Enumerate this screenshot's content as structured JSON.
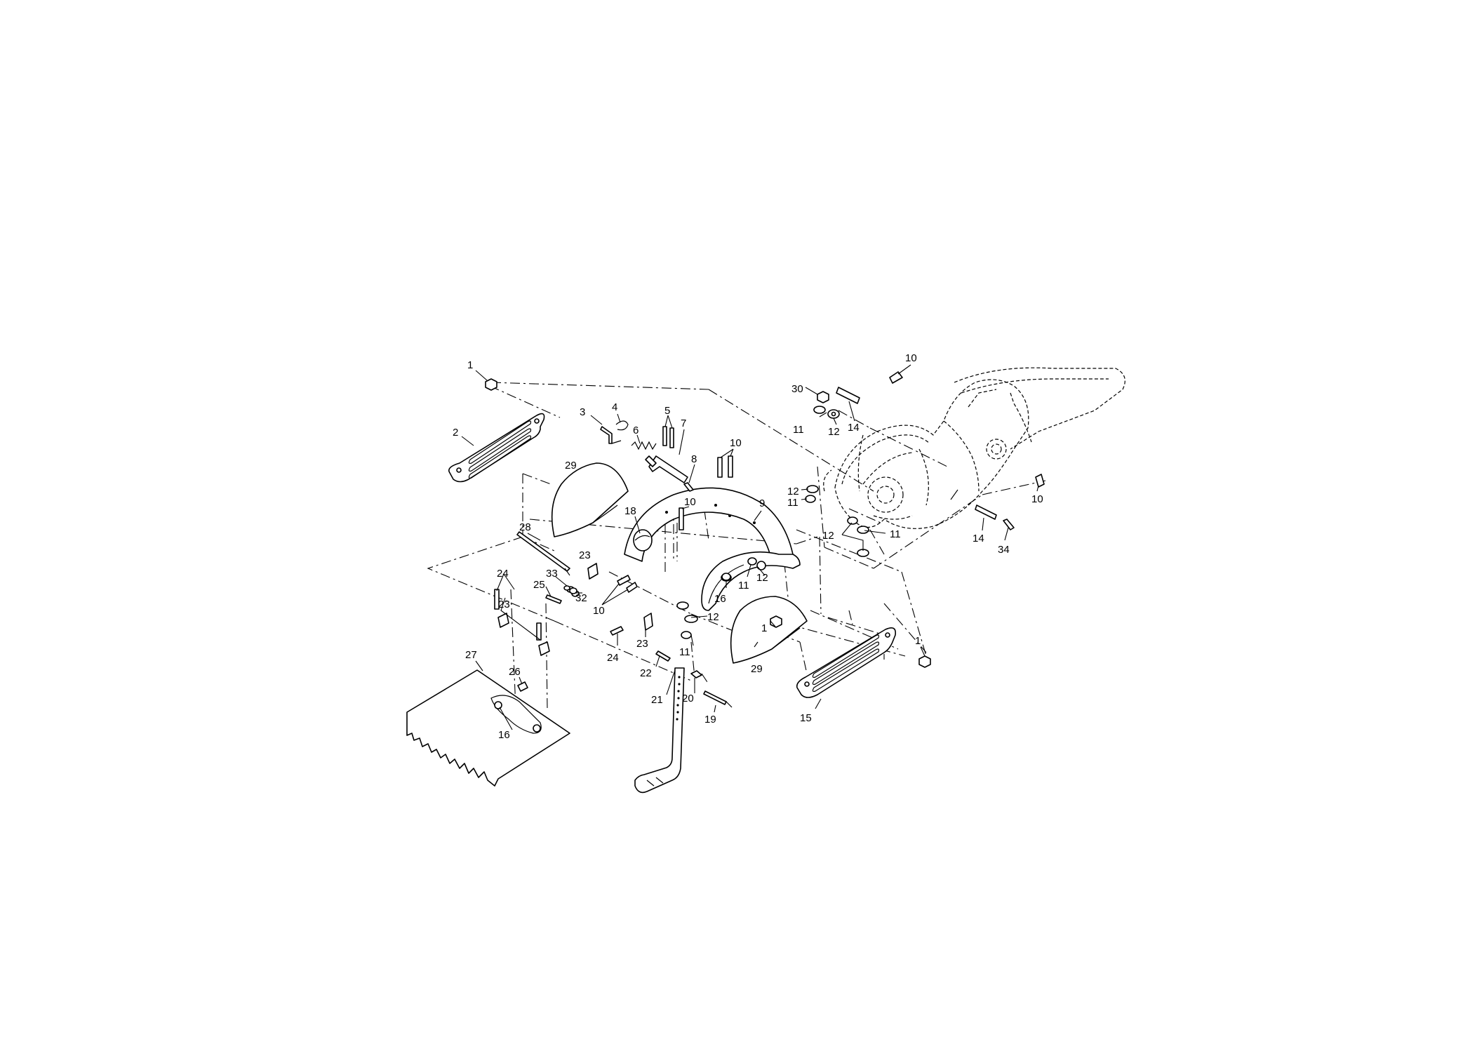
{
  "diagram": {
    "callouts": [
      "1",
      "2",
      "3",
      "4",
      "5",
      "6",
      "7",
      "8",
      "9",
      "10",
      "11",
      "12",
      "14",
      "15",
      "16",
      "18",
      "19",
      "20",
      "21",
      "22",
      "23",
      "24",
      "25",
      "26",
      "27",
      "28",
      "29",
      "30",
      "32",
      "33",
      "34"
    ]
  }
}
